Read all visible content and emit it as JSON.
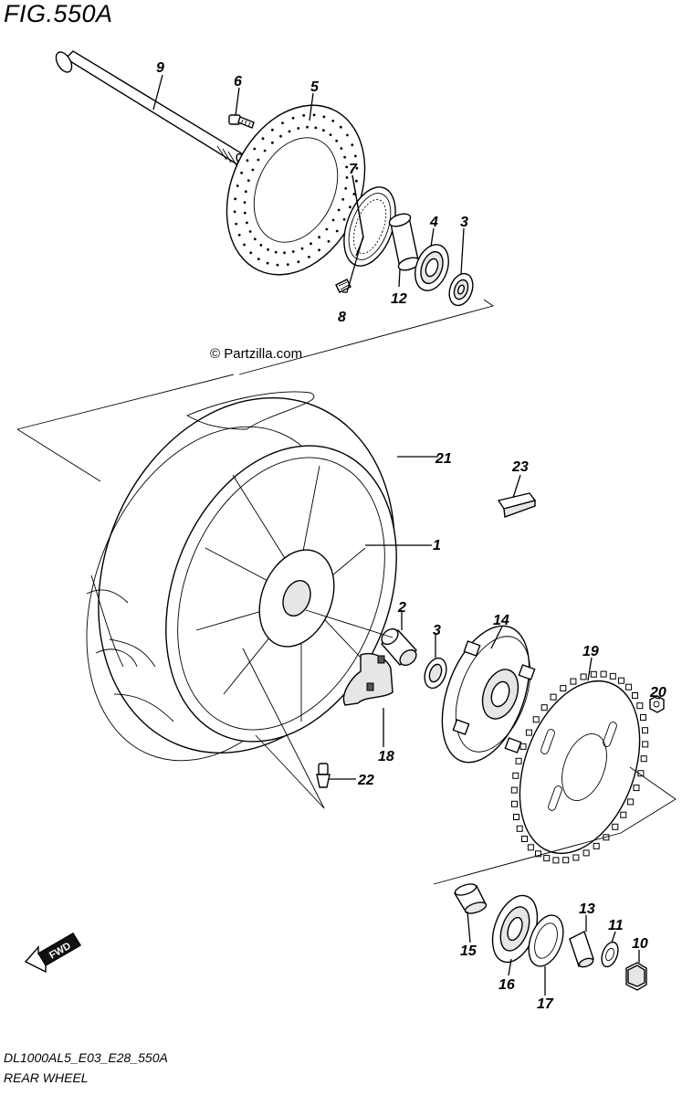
{
  "figure": {
    "title": "FIG.550A",
    "watermark": "© Partzilla.com",
    "code": "DL1000AL5_E03_E28_550A",
    "name": "REAR WHEEL",
    "fwd_label": "FWD"
  },
  "callouts": [
    {
      "id": "c9",
      "label": "9"
    },
    {
      "id": "c6",
      "label": "6"
    },
    {
      "id": "c5",
      "label": "5"
    },
    {
      "id": "c7",
      "label": "7"
    },
    {
      "id": "c4",
      "label": "4"
    },
    {
      "id": "c3a",
      "label": "3"
    },
    {
      "id": "c12",
      "label": "12"
    },
    {
      "id": "c8",
      "label": "8"
    },
    {
      "id": "c21",
      "label": "21"
    },
    {
      "id": "c23",
      "label": "23"
    },
    {
      "id": "c1",
      "label": "1"
    },
    {
      "id": "c2",
      "label": "2"
    },
    {
      "id": "c3b",
      "label": "3"
    },
    {
      "id": "c14",
      "label": "14"
    },
    {
      "id": "c19",
      "label": "19"
    },
    {
      "id": "c20",
      "label": "20"
    },
    {
      "id": "c18",
      "label": "18"
    },
    {
      "id": "c22",
      "label": "22"
    },
    {
      "id": "c13",
      "label": "13"
    },
    {
      "id": "c11",
      "label": "11"
    },
    {
      "id": "c10",
      "label": "10"
    },
    {
      "id": "c15",
      "label": "15"
    },
    {
      "id": "c16",
      "label": "16"
    },
    {
      "id": "c17",
      "label": "17"
    }
  ]
}
